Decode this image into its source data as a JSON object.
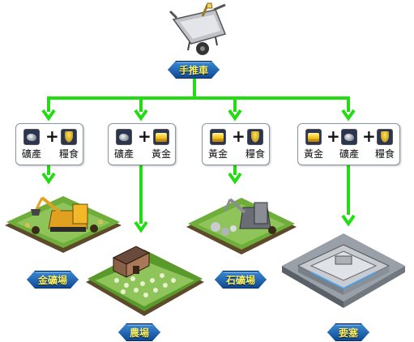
{
  "root": {
    "label": "手推車",
    "icon": "wheelbarrow-icon"
  },
  "plus_sign": "+",
  "recipes": [
    {
      "items": [
        {
          "icon": "ore-icon",
          "label": "礦產"
        },
        {
          "icon": "food-icon",
          "label": "糧食"
        }
      ]
    },
    {
      "items": [
        {
          "icon": "ore-icon",
          "label": "礦產"
        },
        {
          "icon": "gold-icon",
          "label": "黃金"
        }
      ]
    },
    {
      "items": [
        {
          "icon": "gold-icon",
          "label": "黃金"
        },
        {
          "icon": "food-icon",
          "label": "糧食"
        }
      ]
    },
    {
      "items": [
        {
          "icon": "gold-icon",
          "label": "黃金"
        },
        {
          "icon": "ore-icon",
          "label": "礦產"
        },
        {
          "icon": "food-icon",
          "label": "糧食"
        }
      ]
    }
  ],
  "buildings": [
    {
      "label": "金礦場",
      "icon": "gold-mine-icon"
    },
    {
      "label": "農場",
      "icon": "farm-icon"
    },
    {
      "label": "石礦場",
      "icon": "stone-quarry-icon"
    },
    {
      "label": "要塞",
      "icon": "fortress-icon"
    }
  ],
  "colors": {
    "arrow": "#22dd11",
    "tag_fill": "#1f5fae",
    "tag_text": "#f6f06a"
  }
}
